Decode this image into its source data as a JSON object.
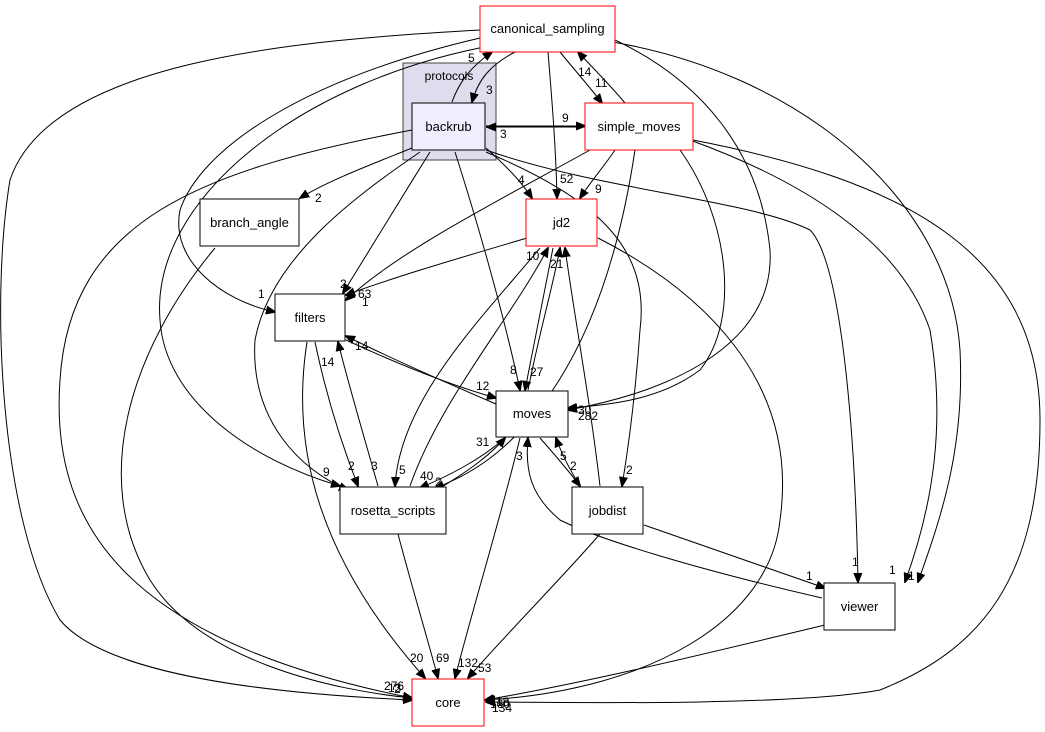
{
  "colors": {
    "cluster_fill": "#dddded",
    "cluster_stroke": "#444444",
    "focus_fill": "#eeeeff",
    "red_stroke": "#ff0000",
    "black_stroke": "#000000",
    "node_fill": "#ffffff"
  },
  "cluster": {
    "label": "protocols"
  },
  "nodes": {
    "backrub": "backrub",
    "canonical_sampling": "canonical_sampling",
    "simple_moves": "simple_moves",
    "branch_angle": "branch_angle",
    "jd2": "jd2",
    "filters": "filters",
    "moves": "moves",
    "rosetta_scripts": "rosetta_scripts",
    "jobdist": "jobdist",
    "viewer": "viewer",
    "core": "core"
  },
  "edge_labels": {
    "cs_backrub": "5",
    "backrub_cs": "3",
    "cs_sm": "14",
    "sm_cs": "11",
    "backrub_sm": "9",
    "sm_backrub": "3",
    "backrub_branch": "2",
    "backrub_jd2": "4",
    "cs_jd2": "52",
    "sm_jd2": "9",
    "backrub_filters": "2",
    "jd2_filters": "63",
    "sm_filters": "1",
    "cs_filters": "1",
    "moves_filters": "14",
    "rs_filters": "14",
    "jd2_rs": "10",
    "rs_jd2": "5",
    "moves_jd2": "27",
    "jobdist_jd2": "21",
    "backrub_moves": "8",
    "filters_moves": "12",
    "sm_moves": "30",
    "cs_moves": "282",
    "rs_moves": "31",
    "jobdist_moves": "5",
    "moves_rs": "40",
    "cs_rs": "9",
    "filters_rs": "2",
    "backrub_rs": "3",
    "sm_rs": "2",
    "moves_jobdist": "2",
    "backrub_jobdist": "2",
    "backrub_viewer": "1",
    "jobdist_viewer": "1",
    "sm_viewer": "1",
    "cs_viewer": "1",
    "rs_core": "69",
    "filters_core": "20",
    "moves_core": "132",
    "jobdist_core": "53",
    "core_left_a": "276",
    "core_left_b": "2",
    "core_left_c": "13",
    "core_right_a": "160",
    "core_right_b": "134",
    "core_right_c": "18",
    "moves_core_near": "3"
  }
}
